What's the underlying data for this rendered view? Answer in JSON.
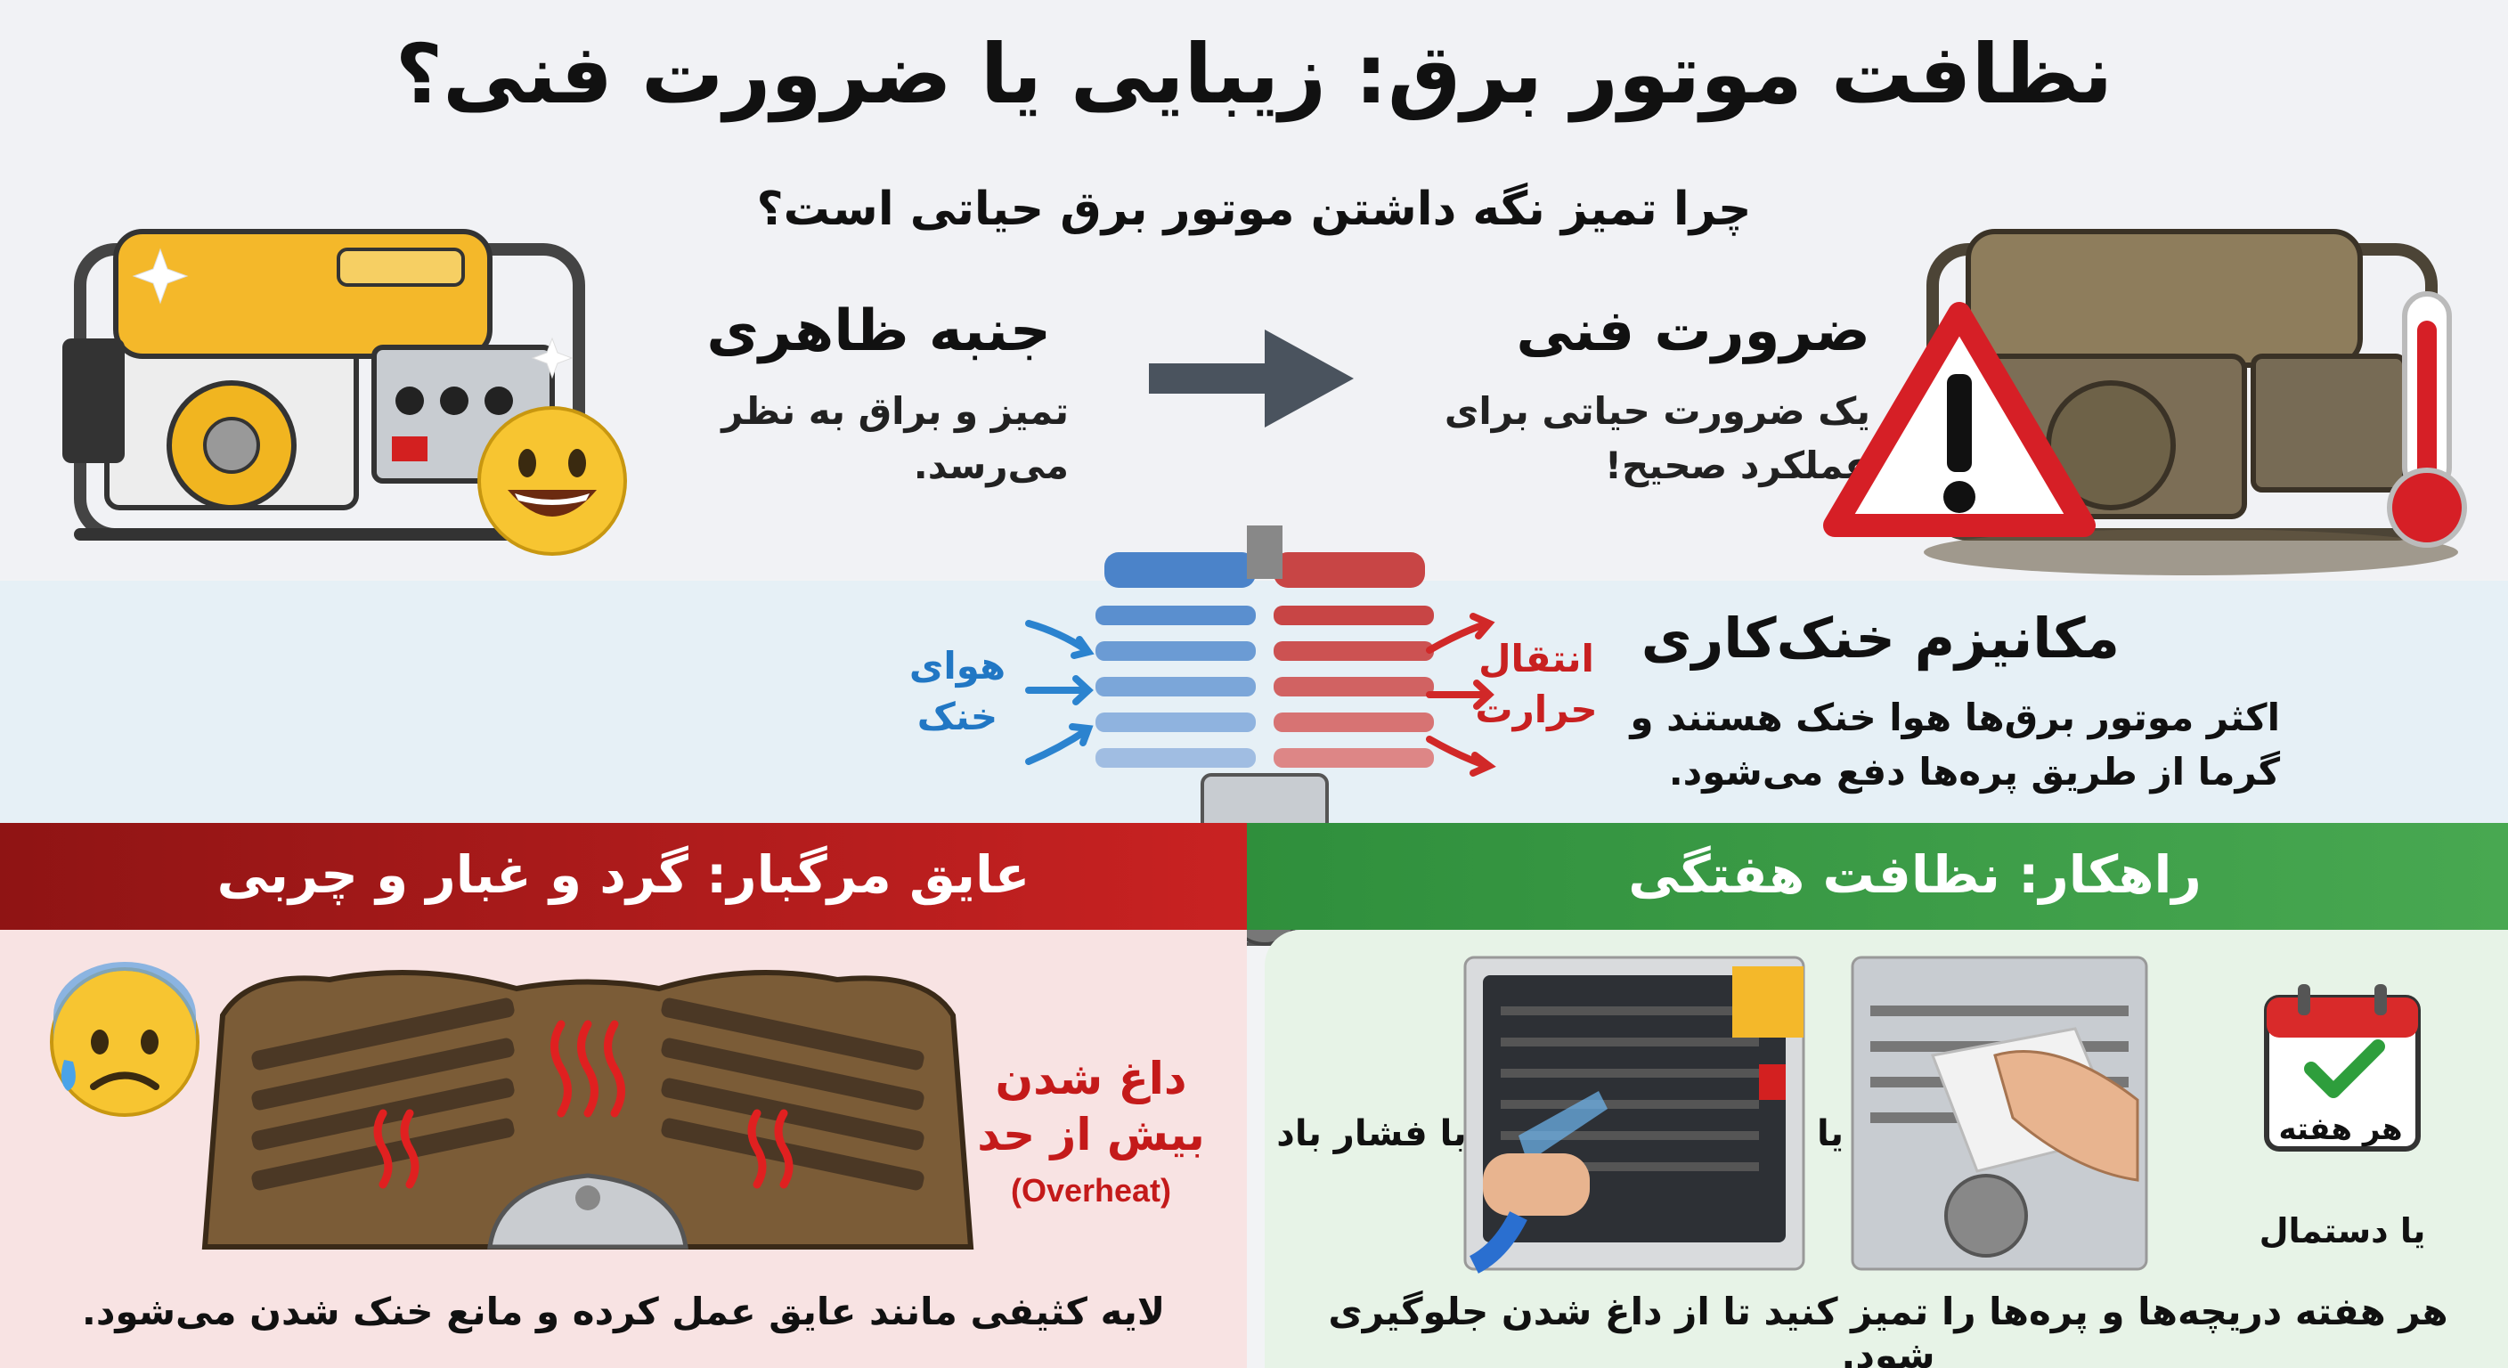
{
  "header": {
    "title": "نظافت موتور برق: زیبایی یا ضرورت فنی؟",
    "subtitle": "چرا تمیز نگه داشتن موتور برق حیاتی است؟"
  },
  "aesthetic": {
    "heading": "جنبه ظاهری",
    "text": "تمیز و براق به نظر می‌رسد."
  },
  "technical": {
    "heading": "ضرورت فنی",
    "text": "یک ضرورت حیاتی برای عملکرد صحیح!"
  },
  "cooling": {
    "heading": "مکانیزم خنک‌کاری",
    "text": "اکثر موتور برق‌ها هوا خنک هستند و گرما از طریق پره‌ها دفع می‌شود.",
    "cool_air_label": "هوای خنک",
    "heat_transfer_label": "انتقال حرارت"
  },
  "danger": {
    "title": "عایق مرگبار: گرد و غبار و چربی",
    "overheat_label": "داغ شدن بیش از حد",
    "overheat_english": "(Overheat)",
    "caption": "لایه کثیفی مانند عایق عمل کرده و مانع خنک شدن می‌شود."
  },
  "solution": {
    "title": "راهکار: نظافت هفتگی",
    "weekly_label": "هر هفته",
    "cloth_label": "یا دستمال",
    "or_label": "یا",
    "compressed_air_label": "با فشار باد",
    "caption": "هر هفته دریچه‌ها و پره‌ها را تمیز کنید تا از داغ شدن جلوگیری شود."
  },
  "colors": {
    "danger_red": "#c92222",
    "solution_green": "#48a851",
    "cool_blue": "#2177c4",
    "heat_red": "#c82020",
    "generator_yellow": "#f4b82a"
  }
}
